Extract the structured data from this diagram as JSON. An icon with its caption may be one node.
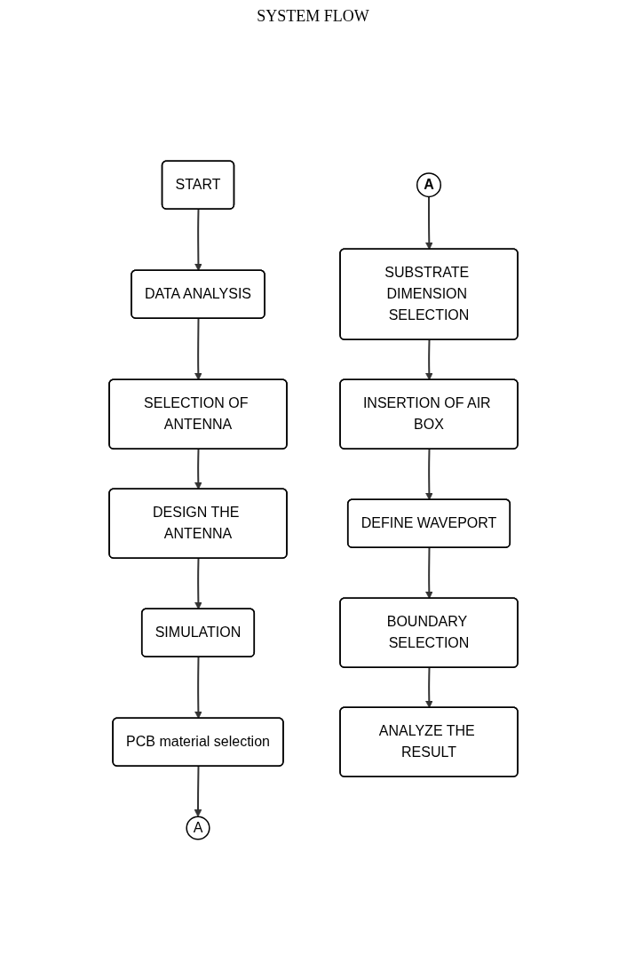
{
  "diagram": {
    "title": "SYSTEM FLOW",
    "nodes": [
      {
        "text": [
          "START"
        ]
      },
      {
        "text": [
          "DATA ANALYSIS"
        ]
      },
      {
        "text": [
          "SELECTION OF ANTENNA"
        ]
      },
      {
        "text": [
          "DESIGN THE ANTENNA"
        ]
      },
      {
        "text": [
          "SIMULATION"
        ]
      },
      {
        "text": [
          "PCB material selection"
        ]
      },
      {
        "text": [
          "A"
        ]
      },
      {
        "text": [
          "A"
        ]
      },
      {
        "text": [
          "SUBSTRATE DIMENSION SELECTION"
        ]
      },
      {
        "text": [
          "INSERTION OF AIR BOX"
        ]
      },
      {
        "text": [
          "DEFINE WAVEPORT"
        ]
      },
      {
        "text": [
          "BOUNDARY SELECTION"
        ]
      },
      {
        "text": [
          "ANALYZE THE RESULT"
        ]
      }
    ],
    "edges": [
      {
        "from": 0,
        "to": 1,
        "arrow": "to"
      },
      {
        "from": 1,
        "to": 2,
        "arrow": "to"
      },
      {
        "from": 2,
        "to": 3,
        "arrow": "to"
      },
      {
        "from": 3,
        "to": 4,
        "arrow": "to"
      },
      {
        "from": 4,
        "to": 5,
        "arrow": "to"
      },
      {
        "from": 5,
        "to": 6,
        "arrow": "to"
      },
      {
        "from": 7,
        "to": 8,
        "arrow": "to"
      },
      {
        "from": 8,
        "to": 9,
        "arrow": "to"
      },
      {
        "from": 9,
        "to": 10,
        "arrow": "to"
      },
      {
        "from": 10,
        "to": 11,
        "arrow": "to"
      },
      {
        "from": 11,
        "to": 12,
        "arrow": "to"
      }
    ]
  }
}
